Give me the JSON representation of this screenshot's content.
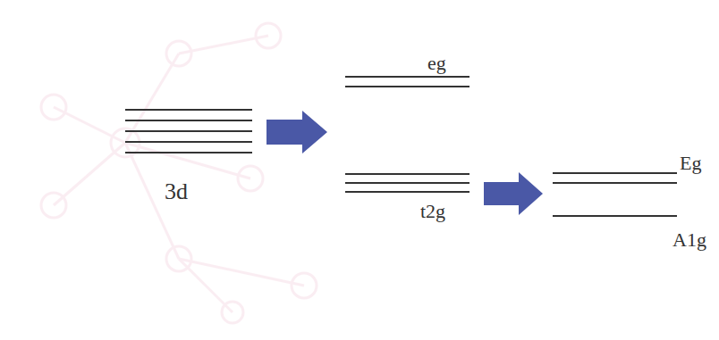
{
  "diagram": {
    "labels": [
      "3d",
      "eg",
      "t2g",
      "Eg",
      "A1g"
    ]
  }
}
